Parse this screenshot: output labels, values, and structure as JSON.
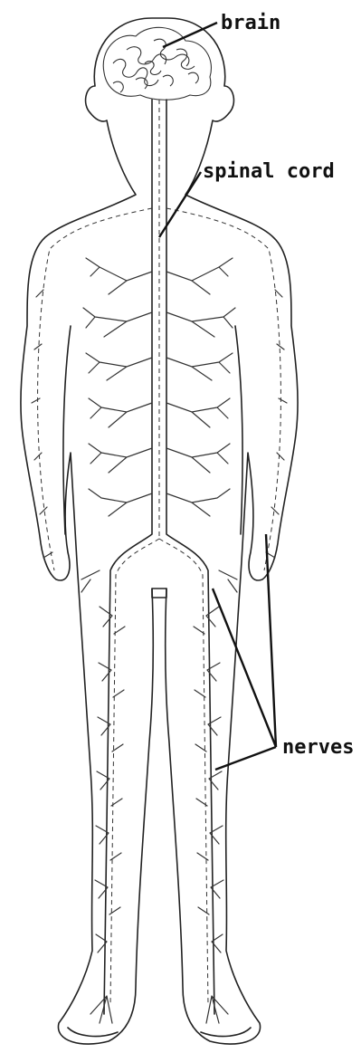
{
  "labels": {
    "brain": "brain",
    "spinal_cord": "spinal cord",
    "nerves": "nerves"
  }
}
